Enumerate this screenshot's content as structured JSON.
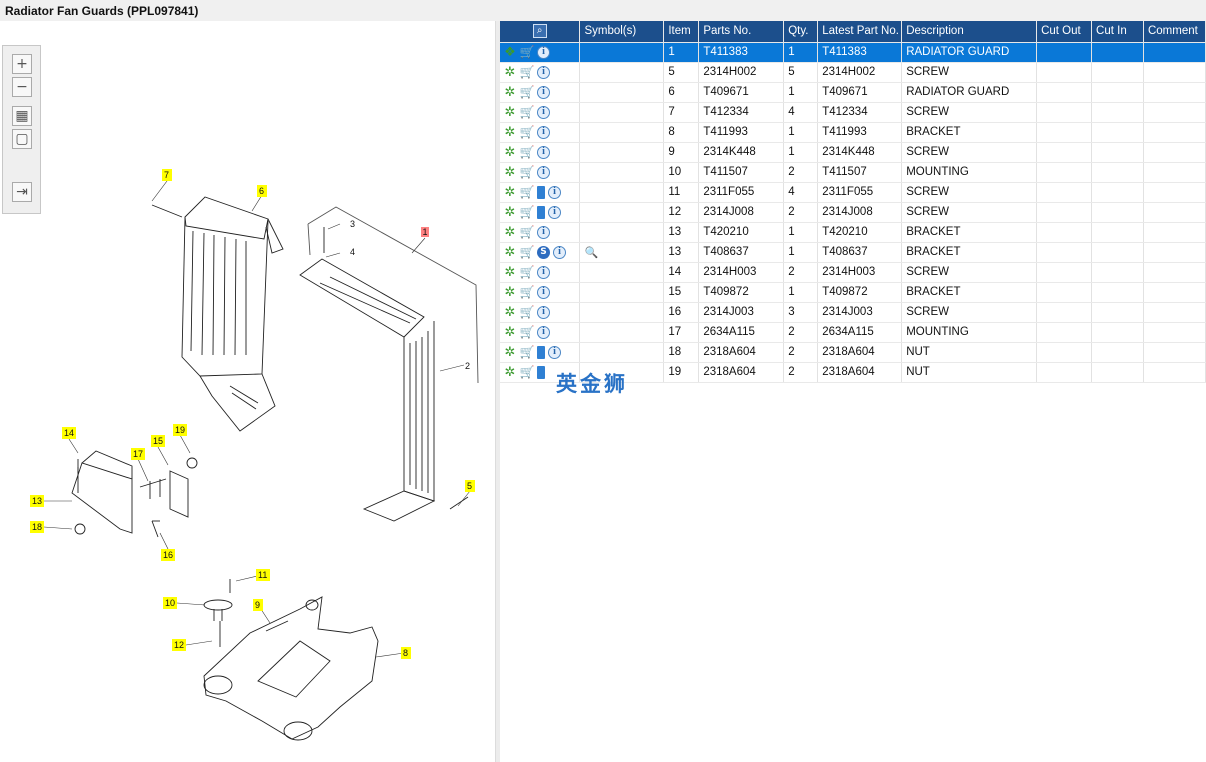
{
  "window": {
    "title": "Radiator Fan Guards (PPL097841)"
  },
  "toolbar": {
    "zoom_in": "+",
    "zoom_out": "−",
    "fit": "▦",
    "actual": "▢",
    "export": "⇥"
  },
  "diagram": {
    "callouts": [
      "1",
      "2",
      "3",
      "4",
      "5",
      "6",
      "7",
      "8",
      "9",
      "10",
      "11",
      "12",
      "13",
      "14",
      "15",
      "16",
      "17",
      "18",
      "19"
    ]
  },
  "table": {
    "headers": {
      "actions_icon": "search-parts-icon",
      "symbols": "Symbol(s)",
      "item": "Item",
      "parts_no": "Parts No.",
      "qty": "Qty.",
      "latest_part_no": "Latest Part No.",
      "description": "Description",
      "cut_out": "Cut Out",
      "cut_in": "Cut In",
      "comment": "Comment"
    },
    "rows": [
      {
        "item": "1",
        "parts_no": "T411383",
        "qty": "1",
        "latest": "T411383",
        "desc": "RADIATOR GUARD",
        "selected": true,
        "icons": [
          "assembly",
          "cart",
          "info"
        ]
      },
      {
        "item": "5",
        "parts_no": "2314H002",
        "qty": "5",
        "latest": "2314H002",
        "desc": "SCREW",
        "icons": [
          "gear",
          "cart",
          "info"
        ]
      },
      {
        "item": "6",
        "parts_no": "T409671",
        "qty": "1",
        "latest": "T409671",
        "desc": "RADIATOR GUARD",
        "icons": [
          "gear",
          "cart",
          "info"
        ]
      },
      {
        "item": "7",
        "parts_no": "T412334",
        "qty": "4",
        "latest": "T412334",
        "desc": "SCREW",
        "icons": [
          "gear",
          "cart",
          "info"
        ]
      },
      {
        "item": "8",
        "parts_no": "T411993",
        "qty": "1",
        "latest": "T411993",
        "desc": "BRACKET",
        "icons": [
          "gear",
          "cart",
          "info"
        ]
      },
      {
        "item": "9",
        "parts_no": "2314K448",
        "qty": "1",
        "latest": "2314K448",
        "desc": "SCREW",
        "icons": [
          "gear",
          "cart",
          "info"
        ]
      },
      {
        "item": "10",
        "parts_no": "T411507",
        "qty": "2",
        "latest": "T411507",
        "desc": "MOUNTING",
        "icons": [
          "gear",
          "cart",
          "info"
        ]
      },
      {
        "item": "11",
        "parts_no": "2311F055",
        "qty": "4",
        "latest": "2311F055",
        "desc": "SCREW",
        "icons": [
          "gear",
          "cart",
          "book",
          "info"
        ]
      },
      {
        "item": "12",
        "parts_no": "2314J008",
        "qty": "2",
        "latest": "2314J008",
        "desc": "SCREW",
        "icons": [
          "gear",
          "cart",
          "book",
          "info"
        ]
      },
      {
        "item": "13",
        "parts_no": "T420210",
        "qty": "1",
        "latest": "T420210",
        "desc": "BRACKET",
        "icons": [
          "gear",
          "cart",
          "info"
        ]
      },
      {
        "item": "13",
        "parts_no": "T408637",
        "qty": "1",
        "latest": "T408637",
        "desc": "BRACKET",
        "icons": [
          "gear",
          "cart",
          "s",
          "info"
        ],
        "symbol": "view-icon"
      },
      {
        "item": "14",
        "parts_no": "2314H003",
        "qty": "2",
        "latest": "2314H003",
        "desc": "SCREW",
        "icons": [
          "gear",
          "cart",
          "info"
        ]
      },
      {
        "item": "15",
        "parts_no": "T409872",
        "qty": "1",
        "latest": "T409872",
        "desc": "BRACKET",
        "icons": [
          "gear",
          "cart",
          "info"
        ]
      },
      {
        "item": "16",
        "parts_no": "2314J003",
        "qty": "3",
        "latest": "2314J003",
        "desc": "SCREW",
        "icons": [
          "gear",
          "cart",
          "info"
        ]
      },
      {
        "item": "17",
        "parts_no": "2634A115",
        "qty": "2",
        "latest": "2634A115",
        "desc": "MOUNTING",
        "icons": [
          "gear",
          "cart",
          "info"
        ]
      },
      {
        "item": "18",
        "parts_no": "2318A604",
        "qty": "2",
        "latest": "2318A604",
        "desc": "NUT",
        "icons": [
          "gear",
          "cart",
          "book",
          "info"
        ]
      },
      {
        "item": "19",
        "parts_no": "2318A604",
        "qty": "2",
        "latest": "2318A604",
        "desc": "NUT",
        "icons": [
          "gear",
          "cart",
          "book"
        ]
      }
    ]
  },
  "watermark": "英金狮",
  "colors": {
    "header_bg": "#1c4f8c",
    "selected_row": "#0a78d7",
    "callout_yellow": "#ffff00",
    "callout_red": "#ff8080"
  }
}
